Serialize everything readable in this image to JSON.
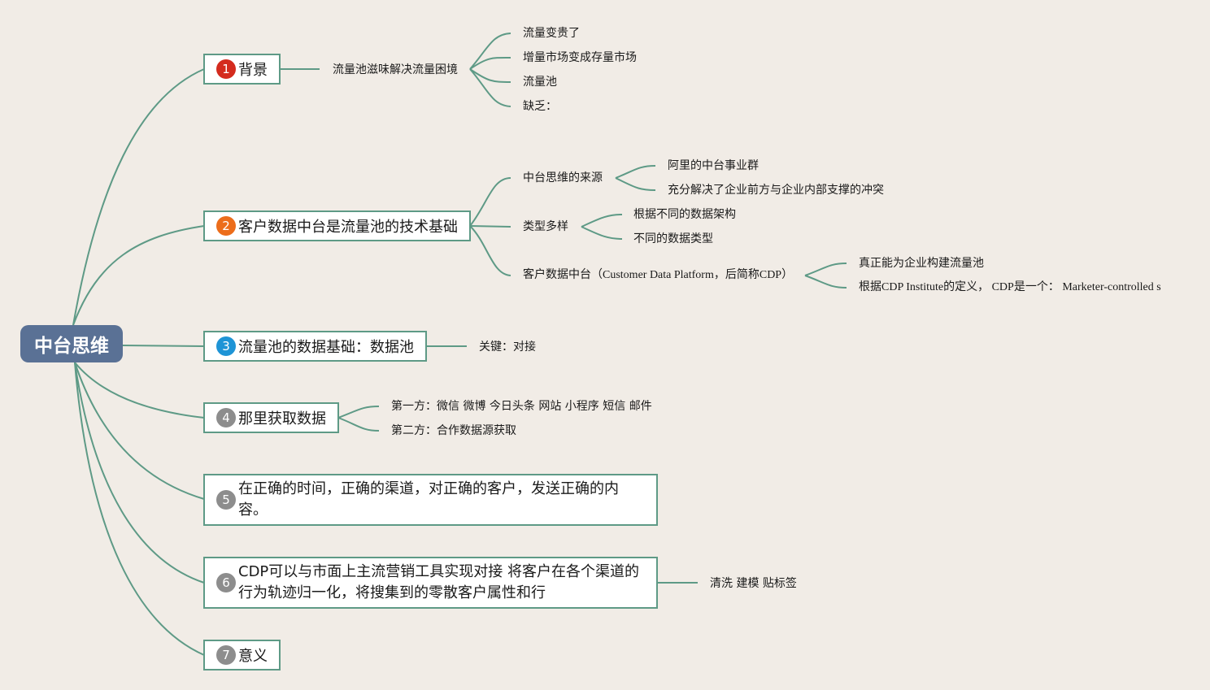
{
  "root": "中台思维",
  "branches": [
    {
      "num": "1",
      "label": "背景"
    },
    {
      "num": "2",
      "label": "客户数据中台是流量池的技术基础"
    },
    {
      "num": "3",
      "label": "流量池的数据基础：数据池"
    },
    {
      "num": "4",
      "label": "那里获取数据"
    },
    {
      "num": "5",
      "line1": "在正确的时间，正确的渠道，对正确的客户，发送正确的内",
      "line2": "容。"
    },
    {
      "num": "6",
      "line1": "CDP可以与市面上主流营销工具实现对接 将客户在各个渠道的",
      "line2": "行为轨迹归一化，将搜集到的零散客户属性和行"
    },
    {
      "num": "7",
      "label": "意义"
    }
  ],
  "b1": {
    "sub": "流量池滋味解决流量困境",
    "leaves": [
      "流量变贵了",
      "增量市场变成存量市场",
      "流量池",
      "缺乏："
    ]
  },
  "b2": {
    "subs": [
      {
        "label": "中台思维的来源",
        "leaves": [
          "阿里的中台事业群",
          "充分解决了企业前方与企业内部支撑的冲突"
        ]
      },
      {
        "label": "类型多样",
        "leaves": [
          "根据不同的数据架构",
          "不同的数据类型"
        ]
      },
      {
        "label": "客户数据中台（Customer Data Platform，后简称CDP）",
        "leaves": [
          "真正能为企业构建流量池",
          "根据CDP Institute的定义， CDP是一个： Marketer-controlled s"
        ]
      }
    ]
  },
  "b3": {
    "sub": "关键：对接"
  },
  "b4": {
    "leaves": [
      "第一方：微信 微博 今日头条 网站 小程序 短信 邮件",
      "第二方：合作数据源获取"
    ]
  },
  "b6": {
    "sub": "清洗 建模 贴标签"
  },
  "colors": {
    "link": "#5e9a86",
    "root": "#5a7195",
    "background": "#f1ece6"
  }
}
